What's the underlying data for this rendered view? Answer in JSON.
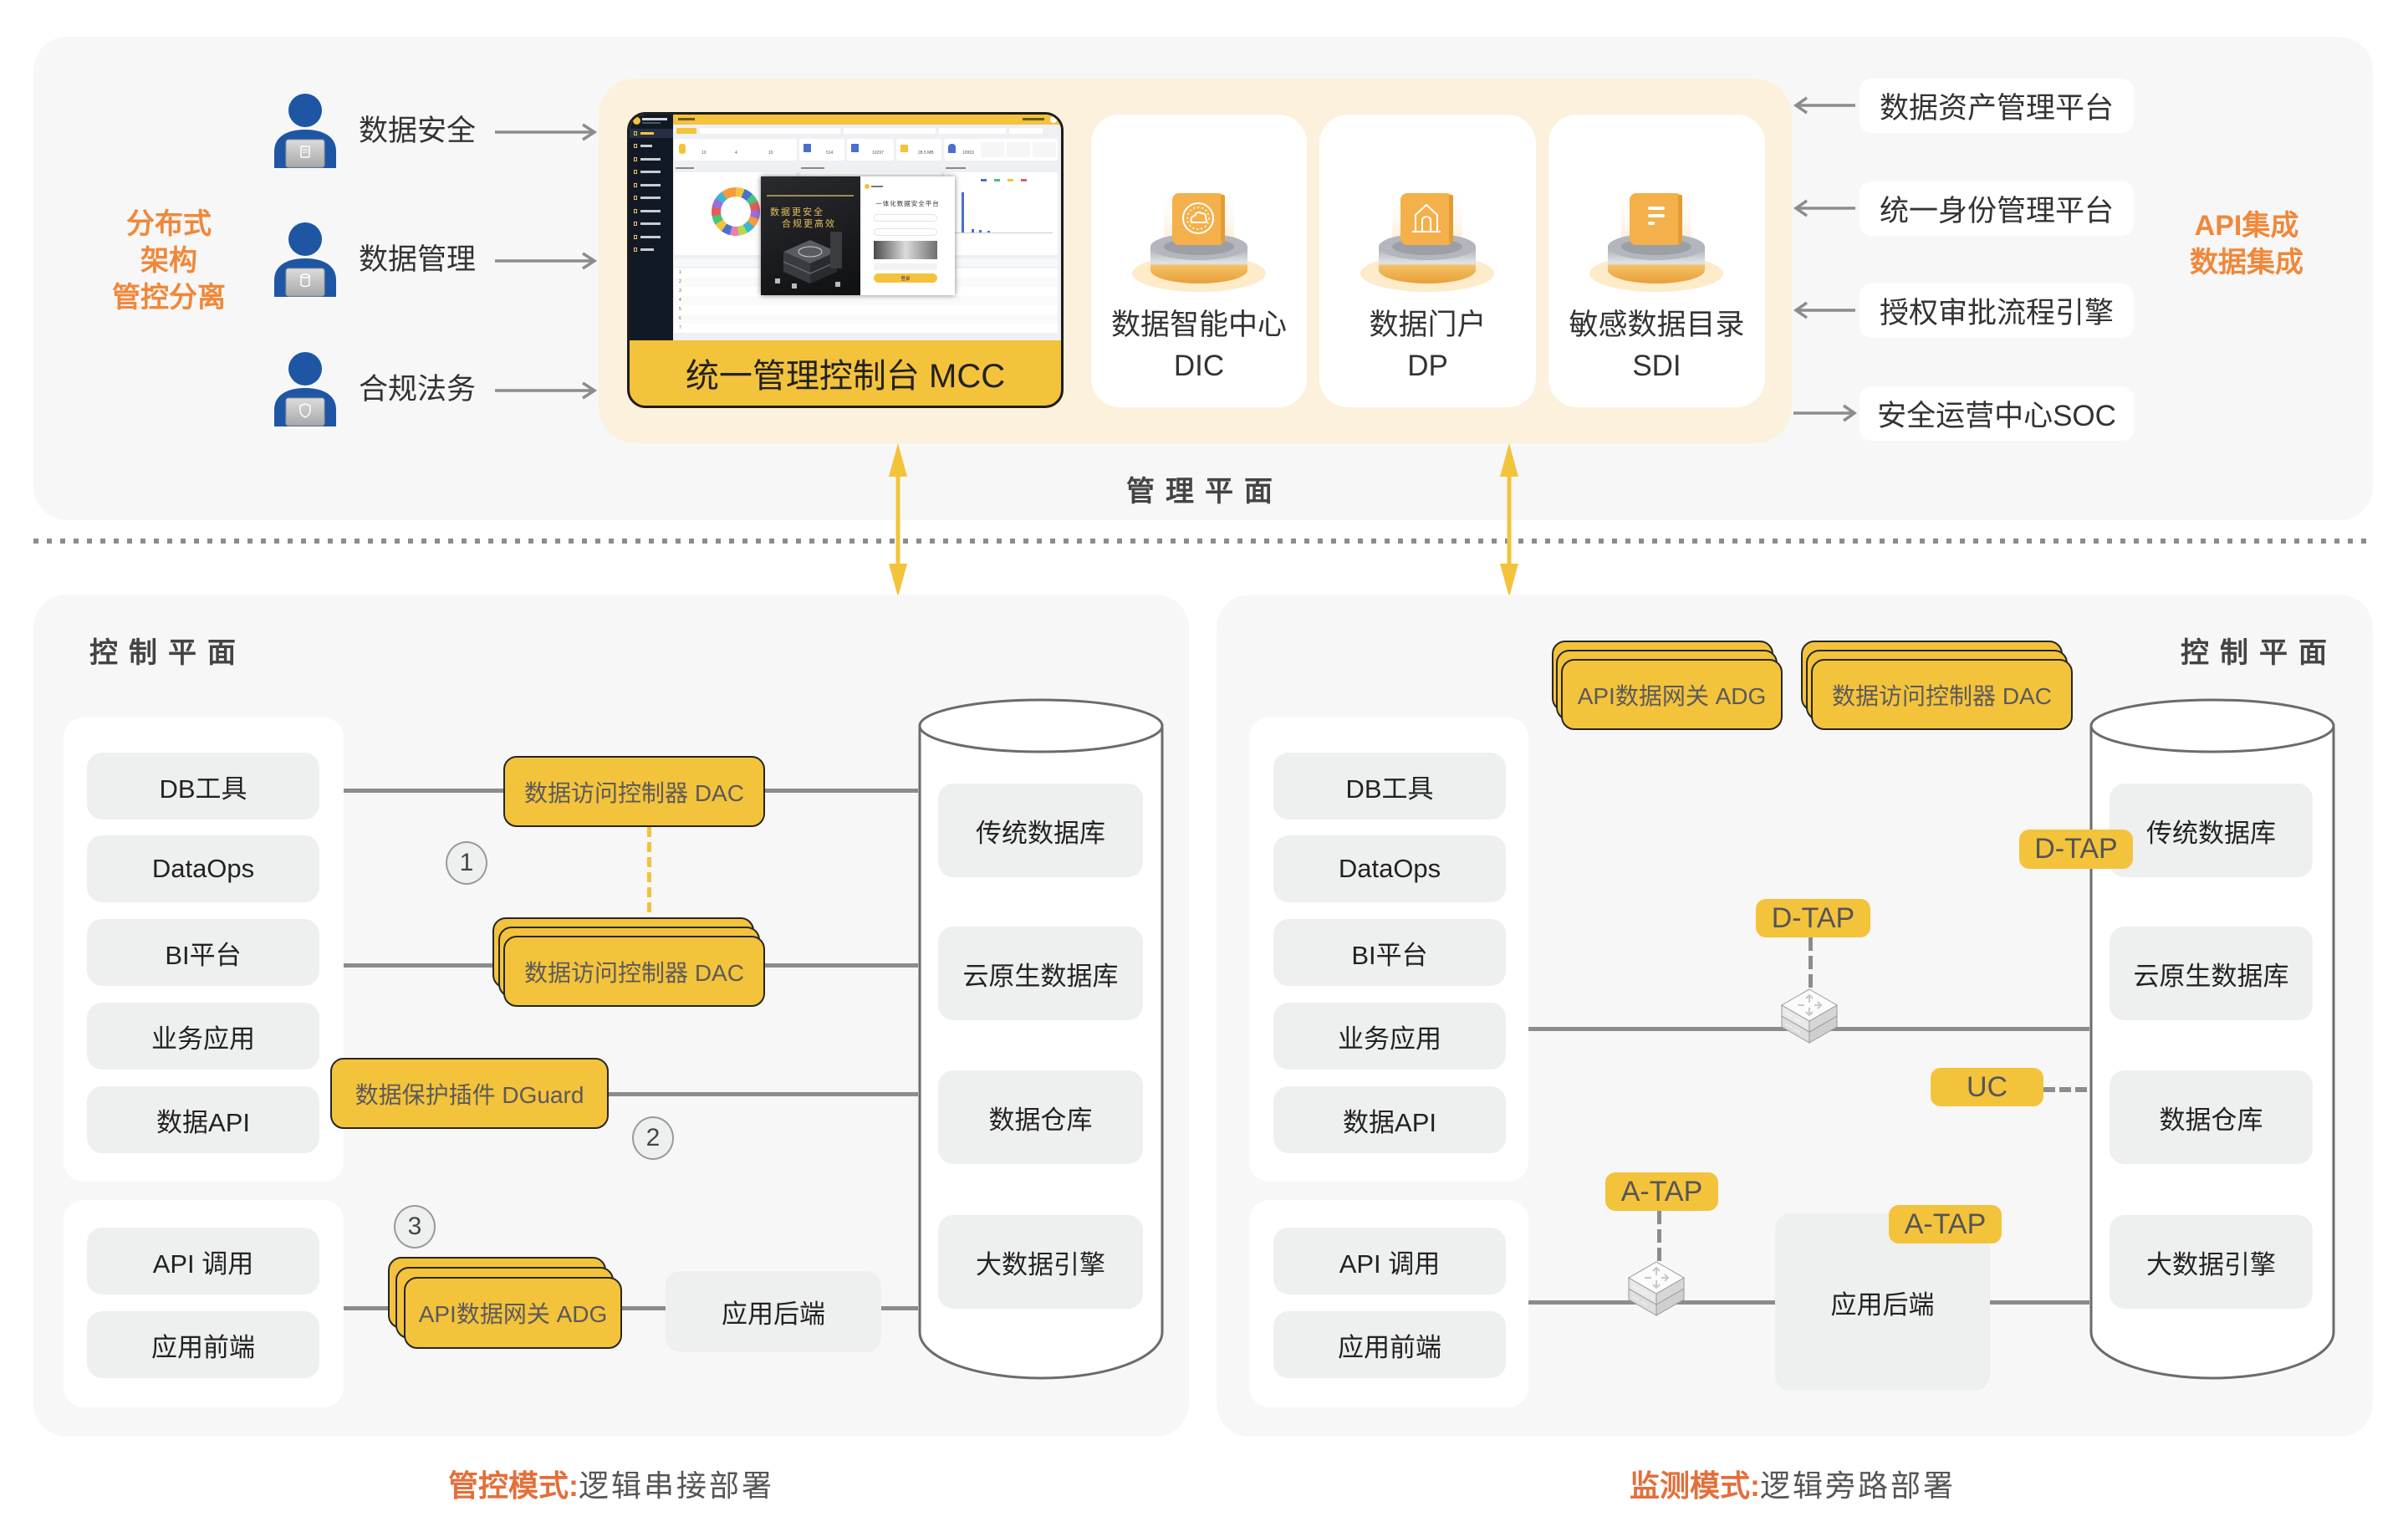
{
  "colors": {
    "accent_yellow": "#f4c33c",
    "accent_orange": "#f0883a",
    "caption_orange": "#e36f3b",
    "role_blue": "#1e56a4",
    "management_bg": "#fbf1dc",
    "panel_bg": "#f7f7f7",
    "connector_gray": "#8c8c8c"
  },
  "management": {
    "architecture_label": [
      "分布式",
      "架构",
      "管控分离"
    ],
    "roles": [
      {
        "label": "数据安全",
        "icon": "user-laptop-document-icon"
      },
      {
        "label": "数据管理",
        "icon": "user-laptop-database-icon"
      },
      {
        "label": "合规法务",
        "icon": "user-laptop-shield-icon"
      }
    ],
    "mcc": {
      "label": "统一管理控制台 MCC",
      "preview": {
        "stats": [
          "10",
          "4",
          "10",
          "514",
          "10297",
          "28.5 MB",
          "10953"
        ],
        "login_slogan": [
          "数据更安全",
          "合规更高效"
        ],
        "login_title": "一体化数据安全平台",
        "login_button": "登录",
        "table_row_numbers": [
          "1",
          "2",
          "3",
          "4",
          "5",
          "6",
          "7"
        ]
      }
    },
    "modules": [
      {
        "name": "数据智能中心",
        "abbr": "DIC",
        "icon": "cloud-orbit-icon"
      },
      {
        "name": "数据门户",
        "abbr": "DP",
        "icon": "house-icon"
      },
      {
        "name": "敏感数据目录",
        "abbr": "SDI",
        "icon": "document-list-icon"
      }
    ],
    "integrations": [
      {
        "label": "数据资产管理平台",
        "direction": "inbound"
      },
      {
        "label": "统一身份管理平台",
        "direction": "inbound"
      },
      {
        "label": "授权审批流程引擎",
        "direction": "inbound"
      },
      {
        "label": "安全运营中心SOC",
        "direction": "outbound"
      }
    ],
    "integration_label": [
      "API集成",
      "数据集成"
    ],
    "plane_title": "管理平面"
  },
  "control_mode": {
    "plane_title": "控制平面",
    "clients": [
      "DB工具",
      "DataOps",
      "BI平台",
      "业务应用",
      "数据API"
    ],
    "api_clients": [
      "API 调用",
      "应用前端"
    ],
    "databases": [
      "传统数据库",
      "云原生数据库",
      "数据仓库",
      "大数据引擎"
    ],
    "dac_label": "数据访问控制器 DAC",
    "dac_cluster_label": "数据访问控制器 DAC",
    "dguard_label": "数据保护插件 DGuard",
    "adg_label": "API数据网关 ADG",
    "backend_label": "应用后端",
    "steps": [
      "1",
      "2",
      "3"
    ],
    "caption": {
      "mode": "管控模式:",
      "desc": "逻辑串接部署"
    }
  },
  "monitor_mode": {
    "plane_title": "控制平面",
    "adg_label": "API数据网关 ADG",
    "dac_label": "数据访问控制器 DAC",
    "clients": [
      "DB工具",
      "DataOps",
      "BI平台",
      "业务应用",
      "数据API"
    ],
    "api_clients": [
      "API 调用",
      "应用前端"
    ],
    "databases": [
      "传统数据库",
      "云原生数据库",
      "数据仓库",
      "大数据引擎"
    ],
    "taps": {
      "db_tap_edge": "D-TAP",
      "db_tap_switch": "D-TAP",
      "uc": "UC",
      "api_tap_switch": "A-TAP",
      "api_tap_backend": "A-TAP"
    },
    "backend_label": "应用后端",
    "caption": {
      "mode": "监测模式:",
      "desc": "逻辑旁路部署"
    }
  }
}
